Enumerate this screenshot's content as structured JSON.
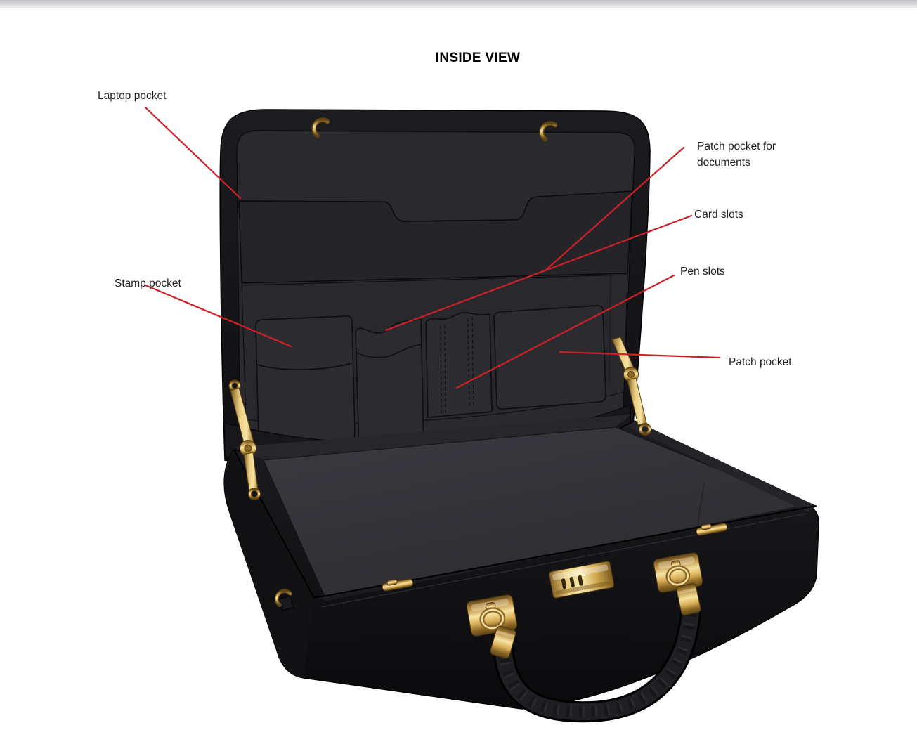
{
  "page": {
    "title": "INSIDE VIEW"
  },
  "diagram": {
    "subject": "open-briefcase-inside-view"
  },
  "labels": {
    "laptop_pocket": "Laptop pocket",
    "patch_pocket_documents": "Patch pocket for documents",
    "card_slots": "Card slots",
    "pen_slots": "Pen slots",
    "stamp_pocket": "Stamp pocket",
    "patch_pocket": "Patch pocket"
  },
  "colors": {
    "leader_line": "#cd2127",
    "label_text": "#231f20",
    "case_black": "#141418",
    "interior_gray": "#333338",
    "gold_hardware": "#d9b15f"
  }
}
